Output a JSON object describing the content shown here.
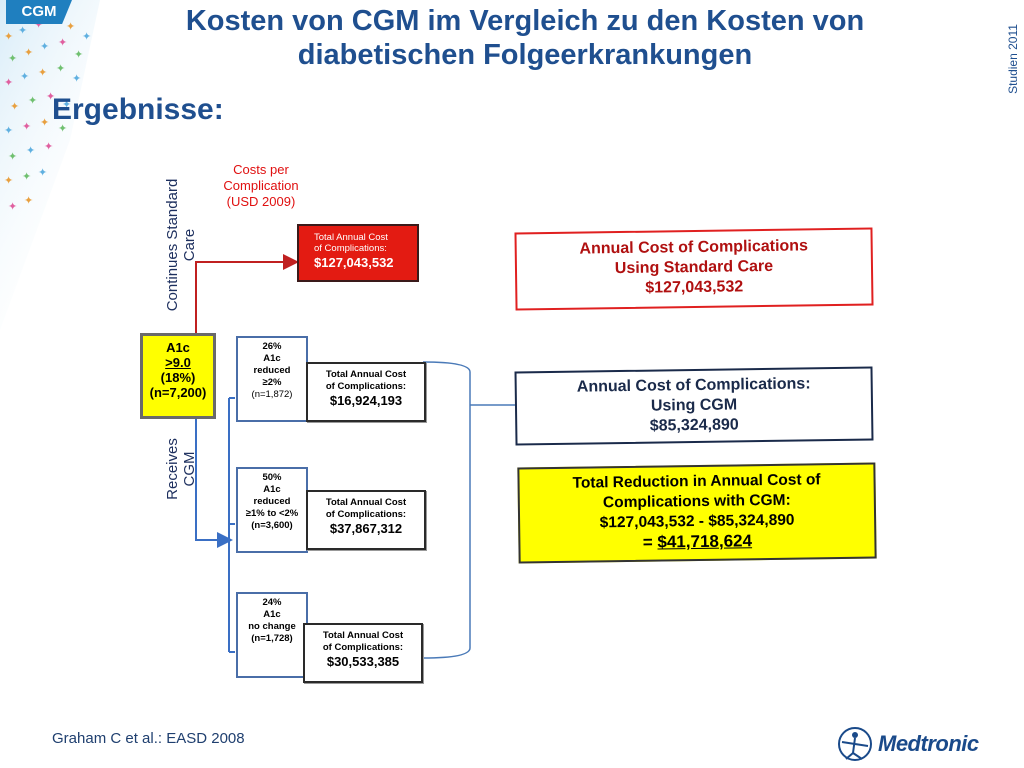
{
  "header": {
    "tab": "CGM",
    "title_line1": "Kosten von CGM im Vergleich zu den Kosten von",
    "title_line2": "diabetischen Folgeerkrankungen",
    "side_label": "Studien 2011",
    "subtitle": "Ergebnisse:"
  },
  "diagram": {
    "costs_per_complication": [
      "Costs per",
      "Complication",
      "(USD 2009)"
    ],
    "branch_standard": [
      "Continues Standard",
      "Care"
    ],
    "branch_cgm": [
      "Receives",
      "CGM"
    ],
    "standard_box": {
      "label1": "Total Annual Cost",
      "label2": "of Complications:",
      "value": "$127,043,532"
    },
    "a1c_box": {
      "line1": "A1c",
      "line2": ">9.0",
      "line3": "(18%)",
      "line4": "(n=7,200)"
    },
    "groups": [
      {
        "pct": "26%",
        "l1": "A1c",
        "l2": "reduced",
        "l3": "≥2%",
        "n": "(n=1,872)"
      },
      {
        "pct": "50%",
        "l1": "A1c",
        "l2": "reduced",
        "l3": "≥1% to <2%",
        "n": "(n=3,600)"
      },
      {
        "pct": "24%",
        "l1": "A1c",
        "l2": "no change",
        "l3": "",
        "n": "(n=1,728)"
      }
    ],
    "group_costs": [
      {
        "label1": "Total Annual Cost",
        "label2": "of Complications:",
        "value": "$16,924,193"
      },
      {
        "label1": "Total Annual Cost",
        "label2": "of Complications:",
        "value": "$37,867,312"
      },
      {
        "label1": "Total Annual Cost",
        "label2": "of Complications:",
        "value": "$30,533,385"
      }
    ],
    "summary_standard": [
      "Annual Cost of Complications",
      "Using Standard Care",
      "$127,043,532"
    ],
    "summary_cgm": [
      "Annual Cost of Complications:",
      "Using CGM",
      "$85,324,890"
    ],
    "reduction": [
      "Total Reduction in Annual Cost of",
      "Complications with CGM:",
      "$127,043,532 - $85,324,890",
      "= ",
      "$41,718,624"
    ]
  },
  "footer": {
    "citation": "Graham C et al.: EASD 2008",
    "logo": "Medtronic"
  },
  "colors": {
    "title_blue": "#1f4f8f",
    "red": "#e31b12",
    "yellow": "#ffff00",
    "line_blue": "#3a6fc4"
  }
}
